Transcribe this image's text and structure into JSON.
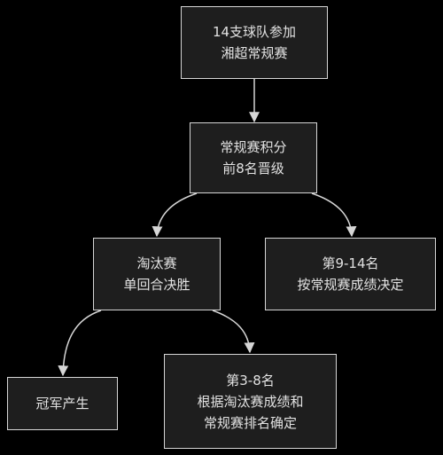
{
  "diagram": {
    "nodes": {
      "teams": {
        "line1": "14支球队参加",
        "line2": "湘超常规赛"
      },
      "regular": {
        "line1": "常规赛积分",
        "line2": "前8名晋级"
      },
      "knockout": {
        "line1": "淘汰赛",
        "line2": "单回合决胜"
      },
      "rank9_14": {
        "line1": "第9-14名",
        "line2": "按常规赛成绩决定"
      },
      "champion": {
        "line1": "冠军产生"
      },
      "rank3_8": {
        "line1": "第3-8名",
        "line2": "根据淘汰赛成绩和",
        "line3": "常规赛排名确定"
      }
    },
    "edges": [
      {
        "from": "teams",
        "to": "regular"
      },
      {
        "from": "regular",
        "to": "knockout"
      },
      {
        "from": "regular",
        "to": "rank9_14"
      },
      {
        "from": "knockout",
        "to": "champion"
      },
      {
        "from": "knockout",
        "to": "rank3_8"
      }
    ],
    "colors": {
      "background": "#000000",
      "node_fill": "#1e1e1e",
      "stroke": "#d6d6d6",
      "text": "#e2e2e2"
    }
  }
}
